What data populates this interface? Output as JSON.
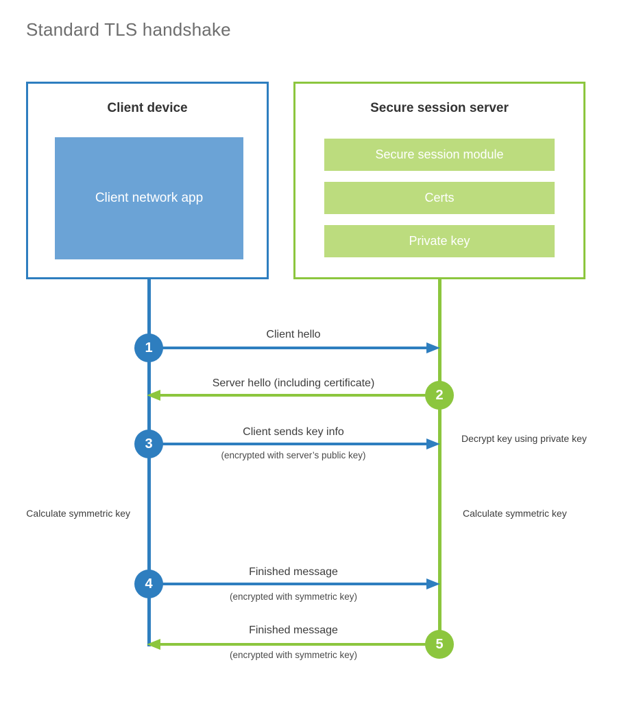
{
  "title": "Standard TLS handshake",
  "colors": {
    "client_accent": "#2E7EBF",
    "client_block_fill": "#6BA3D6",
    "server_accent": "#8CC63E",
    "server_block_fill": "#BCDC7E",
    "title_text": "#6E6E6E",
    "body_text": "#3C3C3C",
    "background": "#FFFFFF"
  },
  "client_panel": {
    "heading": "Client device",
    "block_label": "Client network app"
  },
  "server_panel": {
    "heading": "Secure session server",
    "blocks": [
      {
        "label": "Secure session module"
      },
      {
        "label": "Certs"
      },
      {
        "label": "Private key"
      }
    ]
  },
  "steps": [
    {
      "number": "1",
      "label": "Client hello",
      "sublabel": "",
      "direction": "client-to-server",
      "color": "#2E7EBF"
    },
    {
      "number": "2",
      "label": "Server hello (including certificate)",
      "sublabel": "",
      "direction": "server-to-client",
      "color": "#8CC63E"
    },
    {
      "number": "3",
      "label": "Client sends key info",
      "sublabel": "(encrypted with server’s public key)",
      "direction": "client-to-server",
      "color": "#2E7EBF"
    },
    {
      "number": "4",
      "label": "Finished message",
      "sublabel": "(encrypted with symmetric key)",
      "direction": "client-to-server",
      "color": "#2E7EBF"
    },
    {
      "number": "5",
      "label": "Finished message",
      "sublabel": "(encrypted with symmetric key)",
      "direction": "server-to-client",
      "color": "#8CC63E"
    }
  ],
  "annotations": {
    "decrypt_note": "Decrypt key using private key",
    "client_calc_note": "Calculate symmetric key",
    "server_calc_note": "Calculate symmetric key"
  }
}
